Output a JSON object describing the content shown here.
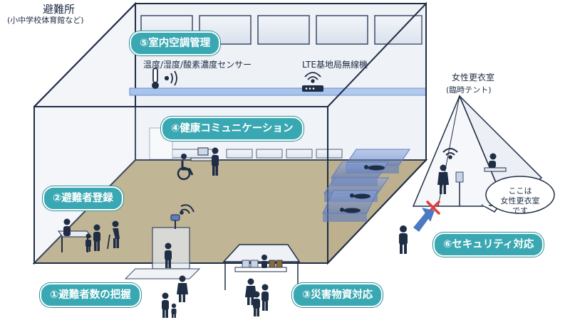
{
  "header": {
    "title": "避難所",
    "subtitle": "(小中学校体育館など)"
  },
  "tent": {
    "title": "女性更衣室",
    "subtitle": "(臨時テント)"
  },
  "devices": {
    "sensor_label": "温度/湿度/酸素濃度センサー",
    "lte_label": "LTE基地局無線機"
  },
  "callouts": {
    "c1": "①避難者数の把握",
    "c2": "②避難者登録",
    "c3": "③災害物資対応",
    "c4": "④健康コミュニケーション",
    "c5": "⑤室内空調管理",
    "c6": "⑥セキュリティ対応"
  },
  "bubble": {
    "line1": "ここは",
    "line2": "女性更衣室",
    "line3": "です"
  },
  "icons": [
    "thermometer-icon",
    "sensor-signal-icon",
    "lte-router-icon",
    "wifi-icon",
    "wheelchair-icon",
    "person-icon",
    "child-icon",
    "elder-with-cane-icon",
    "camera-icon",
    "x-mark-icon",
    "arrow-icon",
    "bed-icon",
    "tent-icon"
  ],
  "colors": {
    "accent": "#3aa8b2",
    "floor": "#b5a883",
    "navy": "#1f2d45",
    "wall_glass": "#e9edf3",
    "warning": "#e23b3b",
    "arrow": "#4b79c4"
  }
}
